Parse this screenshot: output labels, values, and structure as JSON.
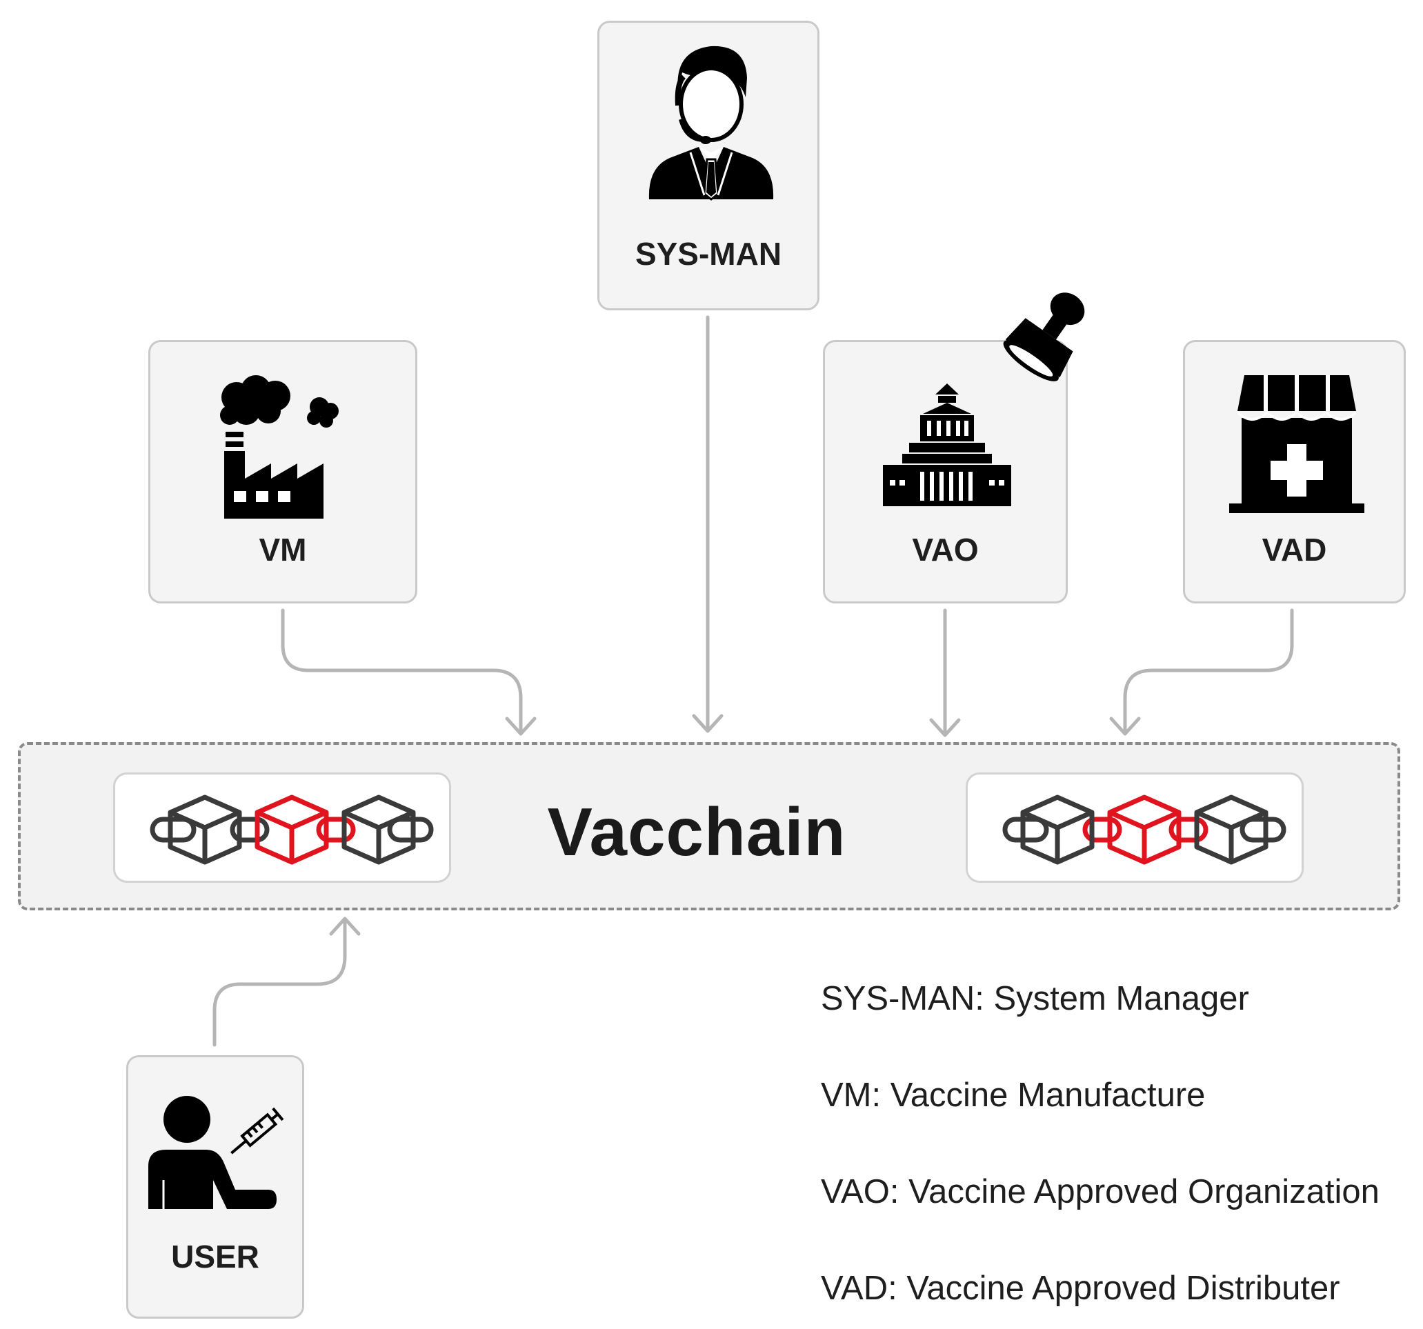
{
  "nodes": {
    "sysman": {
      "label": "SYS-MAN"
    },
    "vm": {
      "label": "VM"
    },
    "vao": {
      "label": "VAO"
    },
    "vad": {
      "label": "VAD"
    },
    "user": {
      "label": "USER"
    }
  },
  "center": {
    "title": "Vacchain"
  },
  "legend": [
    "SYS-MAN: System Manager",
    "VM: Vaccine Manufacture",
    "VAO: Vaccine Approved Organization",
    "VAD: Vaccine Approved Distributer"
  ],
  "icons": {
    "sysman": "support-agent-icon",
    "vm": "factory-icon",
    "vao": "government-building-icon",
    "vao_badge": "rubber-stamp-icon",
    "vad": "pharmacy-store-icon",
    "user": "vaccinated-person-icon",
    "chain": "blockchain-icon"
  },
  "colors": {
    "box_fill": "#f4f4f4",
    "box_border": "#c9c9c9",
    "arrow": "#b5b5b5",
    "chain_dark": "#3a3a3a",
    "chain_accent": "#e0141e"
  }
}
